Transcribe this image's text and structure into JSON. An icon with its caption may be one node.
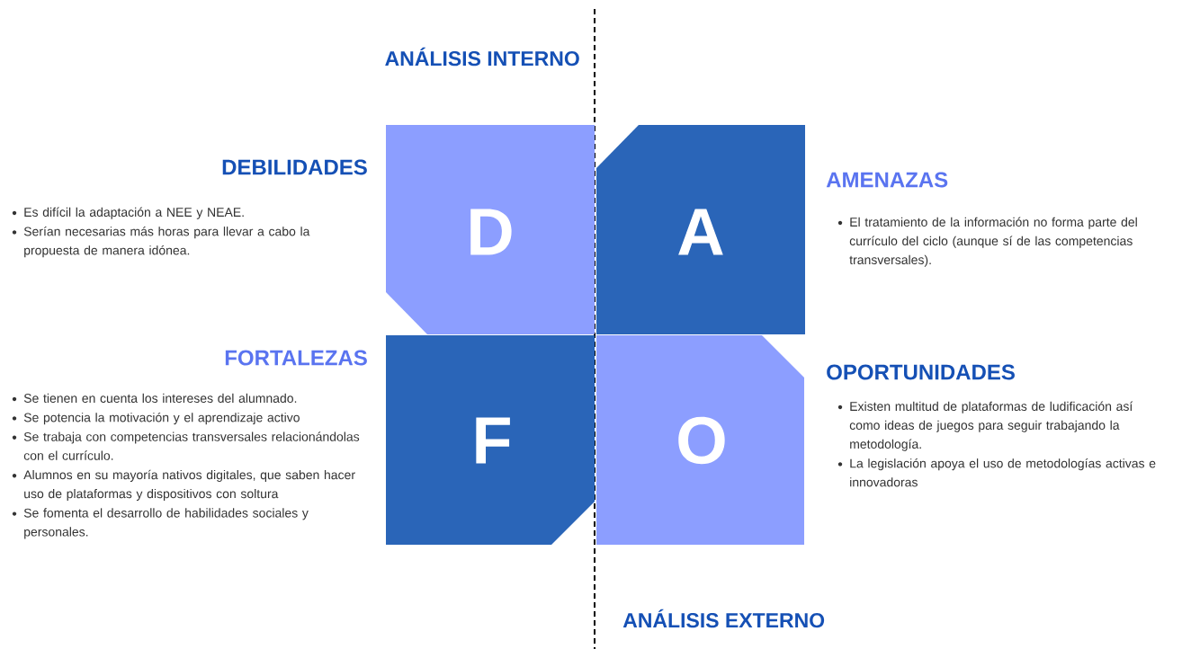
{
  "diagram": {
    "nodes": [
      {
        "text": [
          "D"
        ],
        "beside": [
          "DEBILIDADES",
          "Es difícil la adaptación a NEE y NEAE.",
          "Serían necesarias más horas para llevar a cabo la propuesta de manera idónea."
        ]
      },
      {
        "text": [
          "A"
        ],
        "beside": [
          "AMENAZAS",
          "El tratamiento de la información no forma parte del currículo del ciclo (aunque sí de las competencias transversales)."
        ]
      },
      {
        "text": [
          "F"
        ],
        "beside": [
          "FORTALEZAS",
          "Se tienen en cuenta los intereses del alumnado.",
          "Se potencia la motivación y el aprendizaje activo",
          "Se trabaja con competencias transversales relacionándolas con el currículo.",
          "Alumnos en su mayoría nativos digitales, que saben hacer uso de plataformas y dispositivos con soltura",
          "Se fomenta el desarrollo de habilidades sociales y personales."
        ]
      },
      {
        "text": [
          "O"
        ],
        "beside": [
          "OPORTUNIDADES",
          "Existen multitud de plataformas de ludificación así como ideas de juegos para seguir trabajando la metodología.",
          "La legislación apoya el uso de metodologías activas e innovadoras"
        ]
      }
    ],
    "edges": [],
    "labels": [
      "ANÁLISIS INTERNO",
      "ANÁLISIS EXTERNO"
    ]
  }
}
